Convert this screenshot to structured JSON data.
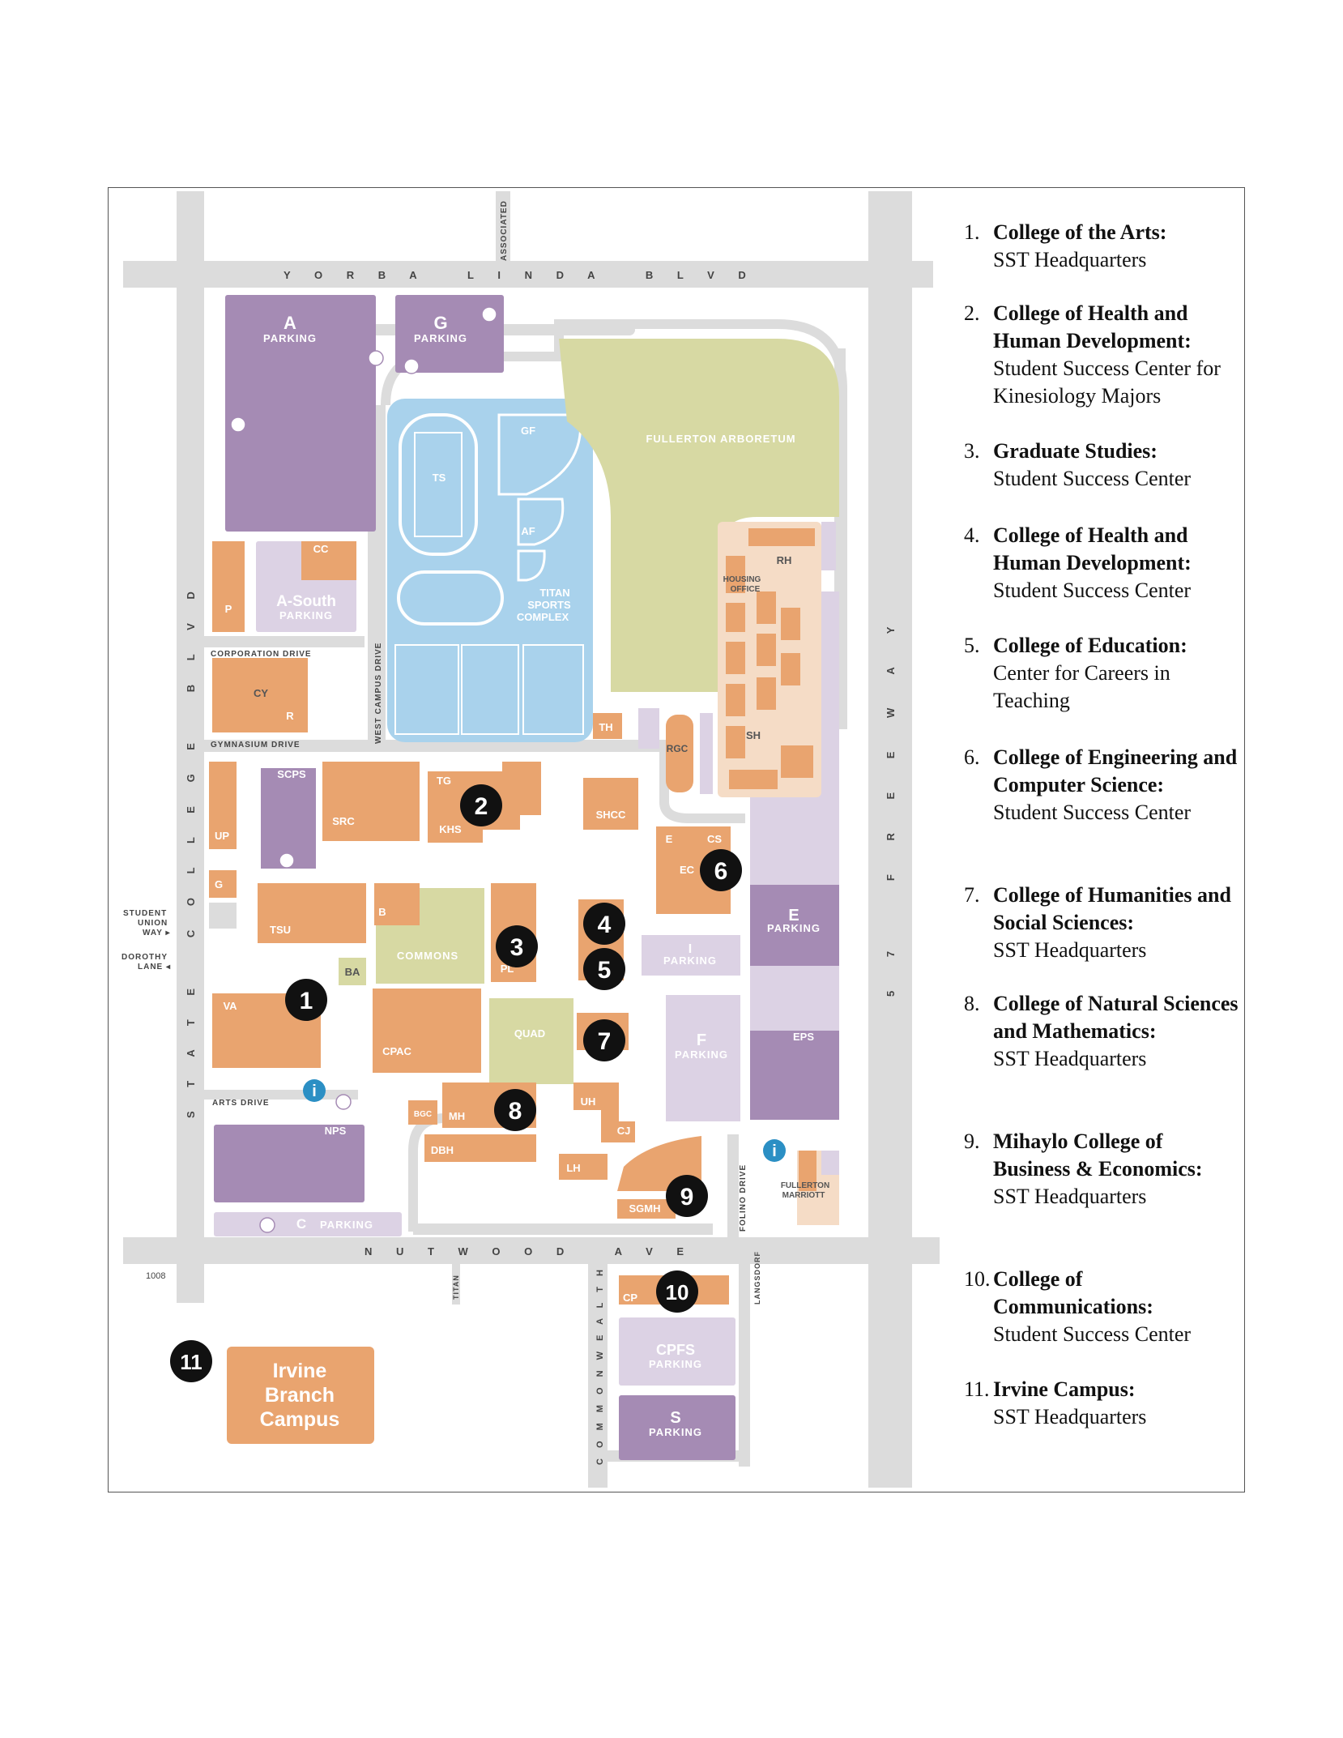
{
  "map": {
    "streets": {
      "yorba_linda": "Y O R B A   L I N D A   B L V D",
      "nutwood": "N U T W O O D   A V E",
      "state_college": "S T A T E   C O L L E G E   B L V D",
      "freeway": "5 7   F R E E W A Y",
      "associated": "ASSOCIATED",
      "west_campus": "WEST CAMPUS DRIVE",
      "corporation": "CORPORATION DRIVE",
      "gymnasium": "GYMNASIUM DRIVE",
      "arts": "ARTS DRIVE",
      "folino": "FOLINO DRIVE",
      "titan": "TITAN",
      "commonwealth": "C O M M O N W E A L T H",
      "langsdorf": "LANGSDORF",
      "student_union_way": [
        "STUDENT",
        "UNION",
        "WAY ▸"
      ],
      "dorothy_lane": [
        "DOROTHY",
        "LANE ◂"
      ],
      "corner_1008": "1008"
    },
    "parking": {
      "a_letter": "A",
      "a_label": "PARKING",
      "g_letter": "G",
      "g_label": "PARKING",
      "a_south": "A-South",
      "a_south_label": "PARKING",
      "e_letter": "E",
      "e_label": "PARKING",
      "i_letter": "I",
      "i_label": "PARKING",
      "f_letter": "F",
      "f_label": "PARKING",
      "c_letter": "C",
      "c_label": "PARKING",
      "cpfs_letter": "CPFS",
      "cpfs_label": "PARKING",
      "s_letter": "S",
      "s_label": "PARKING"
    },
    "buildings": {
      "ts": "TS",
      "gf": "GF",
      "af": "AF",
      "titan_sports": [
        "TITAN",
        "SPORTS",
        "COMPLEX"
      ],
      "arboretum": "FULLERTON ARBORETUM",
      "rh": "RH",
      "housing": [
        "HOUSING",
        "OFFICE"
      ],
      "sh": "SH",
      "rgc": "RGC",
      "th": "TH",
      "cc": "CC",
      "p": "P",
      "cy": "CY",
      "r": "R",
      "scps": "SCPS",
      "src": "SRC",
      "tg": "TG",
      "khs": "KHS",
      "shcc": "SHCC",
      "up": "UP",
      "g": "G",
      "tsu": "TSU",
      "b": "B",
      "commons": "COMMONS",
      "pl": "PL",
      "ba": "BA",
      "e": "E",
      "cs": "CS",
      "ec": "EC",
      "va": "VA",
      "cpac": "CPAC",
      "quad": "QUAD",
      "eps": "EPS",
      "nps": "NPS",
      "bgc": "BGC",
      "mh": "MH",
      "dbh": "DBH",
      "uh": "UH",
      "cj": "CJ",
      "lh": "LH",
      "sgmh": "SGMH",
      "marriott": [
        "FULLERTON",
        "MARRIOTT"
      ],
      "cp": "CP",
      "irvine": [
        "Irvine",
        "Branch",
        "Campus"
      ]
    },
    "markers": [
      "1",
      "2",
      "3",
      "4",
      "5",
      "6",
      "7",
      "8",
      "9",
      "10",
      "11"
    ],
    "info_icon": "i"
  },
  "legend": [
    {
      "num": "1.",
      "title": "College of the Arts:",
      "desc": "SST Headquarters"
    },
    {
      "num": "2.",
      "title": "College of Health and Human Development:",
      "desc": "Student Success Center for Kinesiology Majors"
    },
    {
      "num": "3.",
      "title": "Graduate Studies:",
      "desc": "Student Success Center"
    },
    {
      "num": "4.",
      "title": "College of Health and Human Development:",
      "desc": "Student Success Center"
    },
    {
      "num": "5.",
      "title": "College of Education:",
      "desc": "Center for Careers in Teaching"
    },
    {
      "num": "6.",
      "title": "College of Engineering and Computer Science:",
      "desc": "Student Success Center"
    },
    {
      "num": "7.",
      "title": "College of Humanities and Social Sciences:",
      "desc": "SST Headquarters"
    },
    {
      "num": "8.",
      "title": "College of Natural Sciences and Mathematics:",
      "desc": "SST Headquarters"
    },
    {
      "num": "9.",
      "title": "Mihaylo College of Business & Economics:",
      "desc": "SST Headquarters"
    },
    {
      "num": "10.",
      "title": "College of Communications:",
      "desc": "Student Success Center"
    },
    {
      "num": "11.",
      "title": "Irvine Campus:",
      "desc": "SST Headquarters"
    }
  ],
  "colors": {
    "orange": "#e9a46f",
    "purple": "#a58bb4",
    "light_purple": "#dcd2e4",
    "blue": "#a9d2ec",
    "green": "#d7d9a3",
    "road": "#dcdcdc",
    "marker": "#111111",
    "info": "#2b8fc4"
  }
}
